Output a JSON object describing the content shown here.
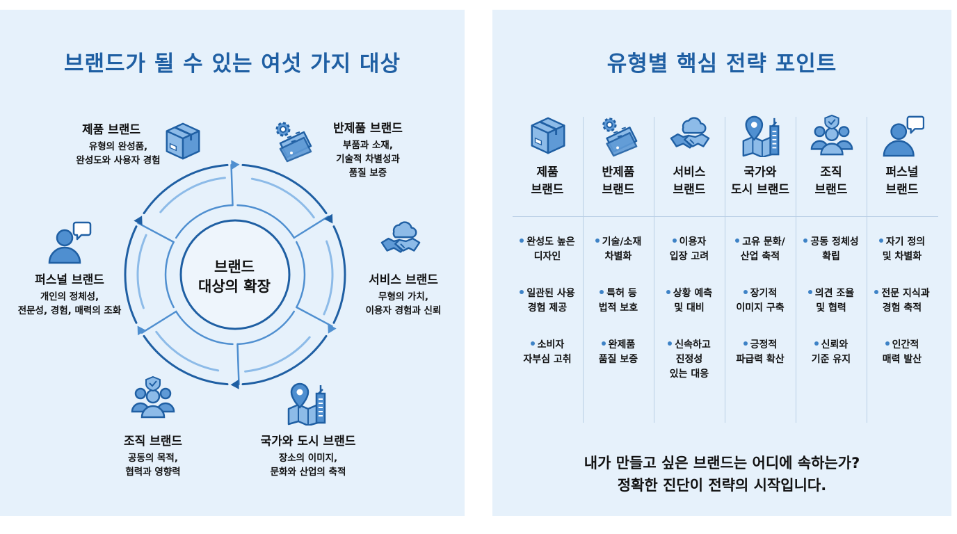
{
  "left": {
    "title": "브랜드가 될 수 있는 여섯 가지 대상",
    "center": {
      "line1": "브랜드",
      "line2": "대상의 확장"
    },
    "brands": [
      {
        "name": "제품 브랜드",
        "desc1": "유형의 완성품,",
        "desc2": "완성도와 사용자 경험",
        "desc3": "",
        "icon": "box-icon"
      },
      {
        "name": "반제품 브랜드",
        "desc1": "부품과 소재,",
        "desc2": "기술적 차별성과",
        "desc3": "품질 보증",
        "icon": "gear-materials-icon"
      },
      {
        "name": "서비스 브랜드",
        "desc1": "무형의 가치,",
        "desc2": "이용자 경험과 신뢰",
        "desc3": "",
        "icon": "handshake-cloud-icon"
      },
      {
        "name": "국가와 도시 브랜드",
        "desc1": "장소의 이미지,",
        "desc2": "문화와 산업의 축적",
        "desc3": "",
        "icon": "map-pin-city-icon"
      },
      {
        "name": "조직 브랜드",
        "desc1": "공동의 목적,",
        "desc2": "협력과 영향력",
        "desc3": "",
        "icon": "group-shield-icon"
      },
      {
        "name": "퍼스널 브랜드",
        "desc1": "개인의 정체성,",
        "desc2": "전문성, 경험, 매력의 조화",
        "desc3": "",
        "icon": "person-speech-icon"
      }
    ]
  },
  "right": {
    "title": "유형별 핵심 전략 포인트",
    "columns": [
      {
        "h1": "제품",
        "h2": "브랜드",
        "icon": "box-icon",
        "items": [
          [
            "완성도 높은",
            "디자인",
            ""
          ],
          [
            "일관된 사용",
            "경험 제공",
            ""
          ],
          [
            "소비자",
            "자부심 고취",
            ""
          ]
        ]
      },
      {
        "h1": "반제품",
        "h2": "브랜드",
        "icon": "gear-materials-icon",
        "items": [
          [
            "기술/소재",
            "차별화",
            ""
          ],
          [
            "특허 등",
            "법적 보호",
            ""
          ],
          [
            "완제품",
            "품질 보증",
            ""
          ]
        ]
      },
      {
        "h1": "서비스",
        "h2": "브랜드",
        "icon": "handshake-cloud-icon",
        "items": [
          [
            "이용자",
            "입장 고려",
            ""
          ],
          [
            "상황 예측",
            "및 대비",
            ""
          ],
          [
            "신속하고",
            "진정성",
            "있는 대응"
          ]
        ]
      },
      {
        "h1": "국가와",
        "h2": "도시 브랜드",
        "icon": "map-pin-city-icon",
        "items": [
          [
            "고유 문화/",
            "산업 축적",
            ""
          ],
          [
            "장기적",
            "이미지 구축",
            ""
          ],
          [
            "긍정적",
            "파급력 확산",
            ""
          ]
        ]
      },
      {
        "h1": "조직",
        "h2": "브랜드",
        "icon": "group-shield-icon",
        "items": [
          [
            "공동 정체성",
            "확립",
            ""
          ],
          [
            "의견 조율",
            "및 협력",
            ""
          ],
          [
            "신뢰와",
            "기준 유지",
            ""
          ]
        ]
      },
      {
        "h1": "퍼스널",
        "h2": "브랜드",
        "icon": "person-speech-icon",
        "items": [
          [
            "자기 정의",
            "및 차별화",
            ""
          ],
          [
            "전문 지식과",
            "경험 축적",
            ""
          ],
          [
            "인간적",
            "매력 발산",
            ""
          ]
        ]
      }
    ],
    "bottom1": "내가 만들고 싶은 브랜드는 어디에 속하는가?",
    "bottom2": "정확한 진단이 전략의 시작입니다."
  },
  "colors": {
    "primary": "#1f5fa3",
    "secondary": "#4f8fd0",
    "light": "#8dbbe8",
    "background": "#e6f1fb"
  }
}
